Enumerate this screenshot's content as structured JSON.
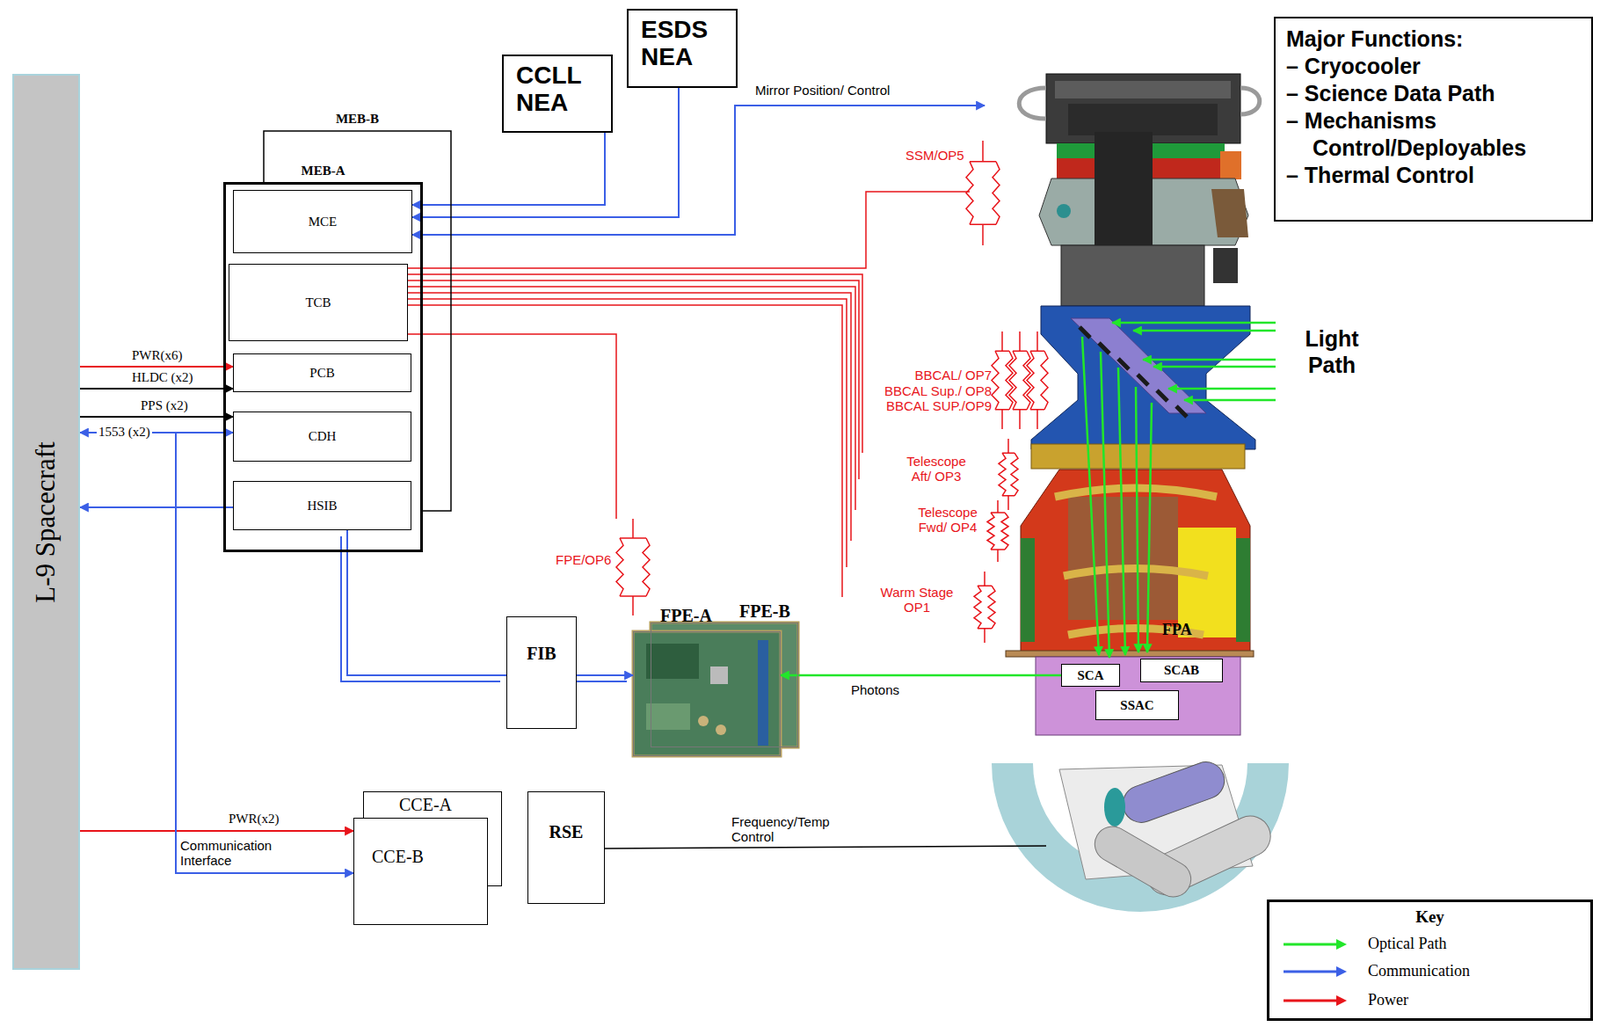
{
  "diagram": {
    "nodes": [
      {
        "text": [
          "L-9 Spacecraft"
        ]
      },
      {
        "text": [
          "MEB-B"
        ]
      },
      {
        "text": [
          "MEB-A"
        ]
      },
      {
        "text": [
          "MCE"
        ],
        "in": 2
      },
      {
        "text": [
          "TCB"
        ],
        "in": 2
      },
      {
        "text": [
          "PCB"
        ],
        "in": 2
      },
      {
        "text": [
          "CDH"
        ],
        "in": 2
      },
      {
        "text": [
          "HSIB"
        ],
        "in": 2
      },
      {
        "text": [
          "CCLL NEA"
        ]
      },
      {
        "text": [
          "ESDS NEA"
        ]
      },
      {
        "text": [
          "Major Functions:",
          "– Cryocooler",
          "– Science Data Path",
          "– Mechanisms Control/Deployables",
          "– Thermal Control"
        ]
      },
      {
        "text": [
          "FIB"
        ]
      },
      {
        "text": [
          "FPE-B"
        ]
      },
      {
        "text": [
          "FPE-A"
        ]
      },
      {
        "text": [
          "CCE-A"
        ]
      },
      {
        "text": [
          "CCE-B"
        ]
      },
      {
        "text": [
          "RSE"
        ]
      },
      {
        "text": [
          "SCA"
        ]
      },
      {
        "text": [
          "SCAB"
        ]
      },
      {
        "text": [
          "SSAC"
        ]
      },
      {
        "text": [
          "Key"
        ]
      }
    ],
    "edges": [
      {
        "from": 0,
        "to": 5,
        "arrow": "to",
        "label": "PWR(x6)"
      },
      {
        "from": 0,
        "to": 5,
        "arrow": "to",
        "label": "HLDC (x2)"
      },
      {
        "from": 0,
        "to": 6,
        "arrow": "to",
        "label": "PPS (x2)"
      },
      {
        "from": 0,
        "to": 6,
        "arrow": "both",
        "label": "1553 (x2)"
      },
      {
        "from": 7,
        "to": 0,
        "arrow": "to"
      },
      {
        "from": 8,
        "to": 3,
        "arrow": "to"
      },
      {
        "from": 9,
        "to": 3,
        "arrow": "to"
      },
      {
        "from": 7,
        "to": 11,
        "arrow": "none"
      },
      {
        "from": 11,
        "to": 13,
        "arrow": "to"
      },
      {
        "from": 17,
        "to": 13,
        "arrow": "to",
        "label": "Photons"
      },
      {
        "from": 0,
        "to": 15,
        "arrow": "to",
        "label": "PWR(x2)"
      },
      {
        "from": 0,
        "to": 15,
        "arrow": "to",
        "label": "Communication Interface"
      }
    ],
    "labels": [
      "Mirror Position/ Control",
      "SSM/OP5",
      "Light Path",
      "BBCAL/ OP7",
      "BBCAL Sup./ OP8",
      "BBCAL SUP./OP9",
      "Telescope Aft/ OP3",
      "Telescope Fwd/ OP4",
      "FPE/OP6",
      "Warm Stage OP1",
      "FPA",
      "Frequency/Temp Control"
    ],
    "legend": [
      {
        "text": "Optical Path"
      },
      {
        "text": "Communication"
      },
      {
        "text": "Power"
      }
    ]
  }
}
